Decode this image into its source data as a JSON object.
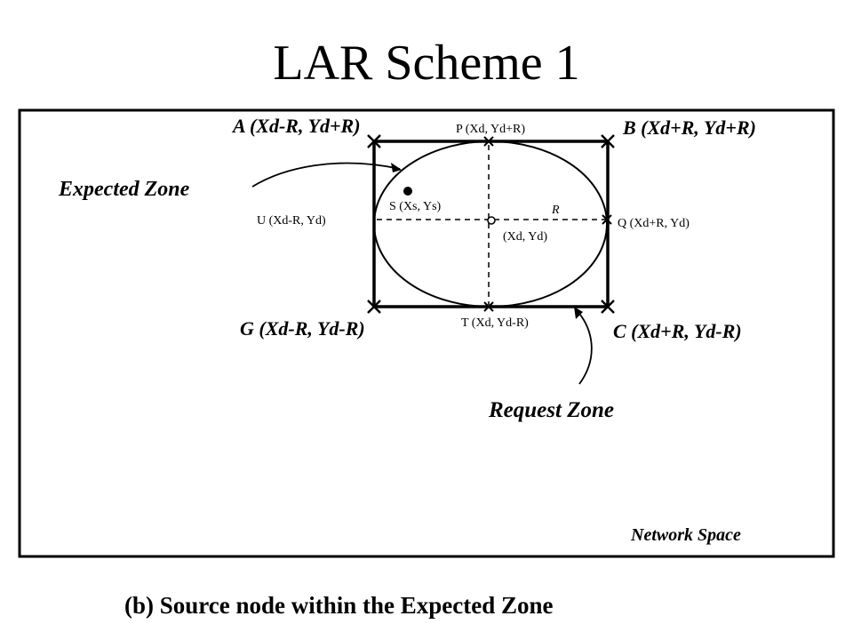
{
  "title": "LAR Scheme 1",
  "corners": {
    "A": "A (Xd-R, Yd+R)",
    "B": "B (Xd+R, Yd+R)",
    "G": "G (Xd-R, Yd-R)",
    "C": "C (Xd+R, Yd-R)"
  },
  "points": {
    "P": "P (Xd, Yd+R)",
    "T": "T (Xd, Yd-R)",
    "U": "U (Xd-R, Yd)",
    "Q": "Q (Xd+R, Yd)",
    "S": "S (Xs, Ys)",
    "D": "(Xd, Yd)",
    "R": "R"
  },
  "zones": {
    "expected": "Expected Zone",
    "request": "Request Zone",
    "network": "Network Space"
  },
  "caption": "(b) Source node within the Expected Zone"
}
